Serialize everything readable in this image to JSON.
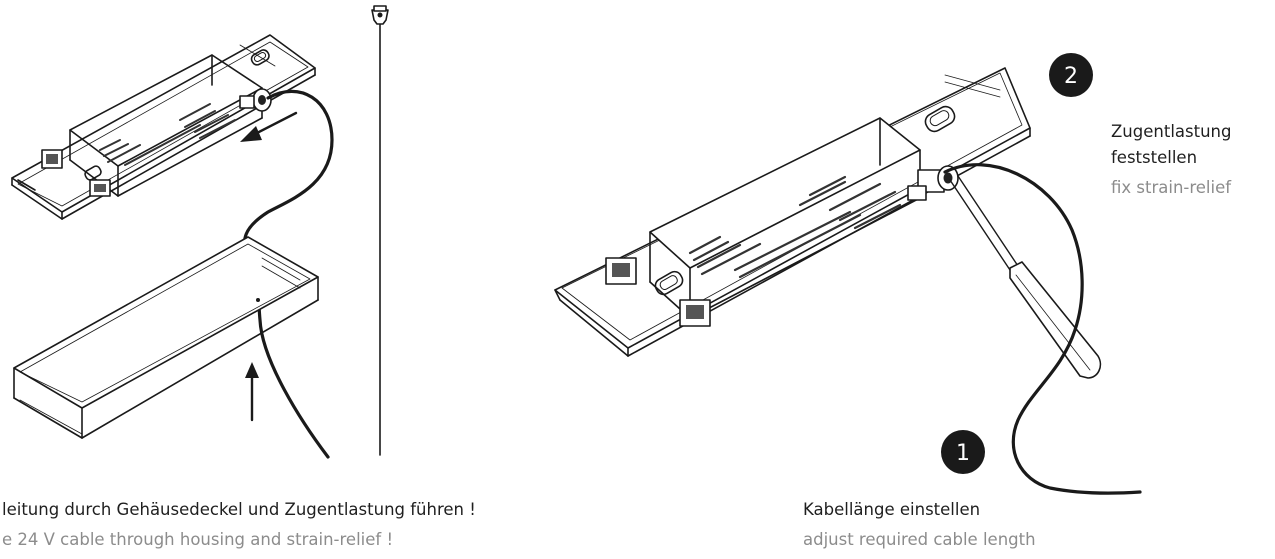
{
  "captions": {
    "left_de": "leitung durch Gehäusedeckel und Zugentlastung führen !",
    "left_en": "e 24 V cable through housing and strain-relief !",
    "step1_de": "Kabellänge einstellen",
    "step1_en": "adjust required cable length",
    "step2_de_line1": "Zugentlastung",
    "step2_de_line2": "feststellen",
    "step2_en": "fix strain-relief"
  },
  "steps": {
    "one": "1",
    "two": "2"
  }
}
